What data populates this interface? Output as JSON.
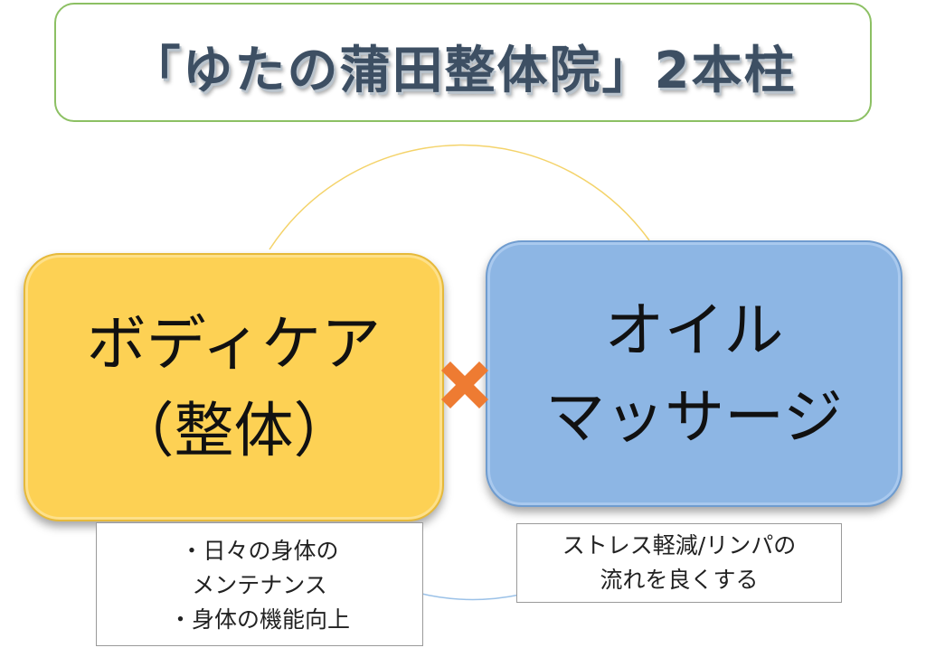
{
  "title": "「ゆたの蒲田整体院」2本柱",
  "left_card": {
    "text": "ボディケア\n（整体）"
  },
  "right_card": {
    "text": "オイル\nマッサージ"
  },
  "left_note": {
    "text": "・日々の身体の\nメンテナンス\n・身体の機能向上"
  },
  "right_note": {
    "text": "ストレス軽減/リンパの\n流れを良くする"
  },
  "colors": {
    "title_border": "#8cc063",
    "left_card": "#fdd154",
    "right_card": "#8db6e4",
    "cross": "#ee7b32",
    "ring_top": "#f4d36a",
    "ring_bottom": "#9cc2e8"
  }
}
